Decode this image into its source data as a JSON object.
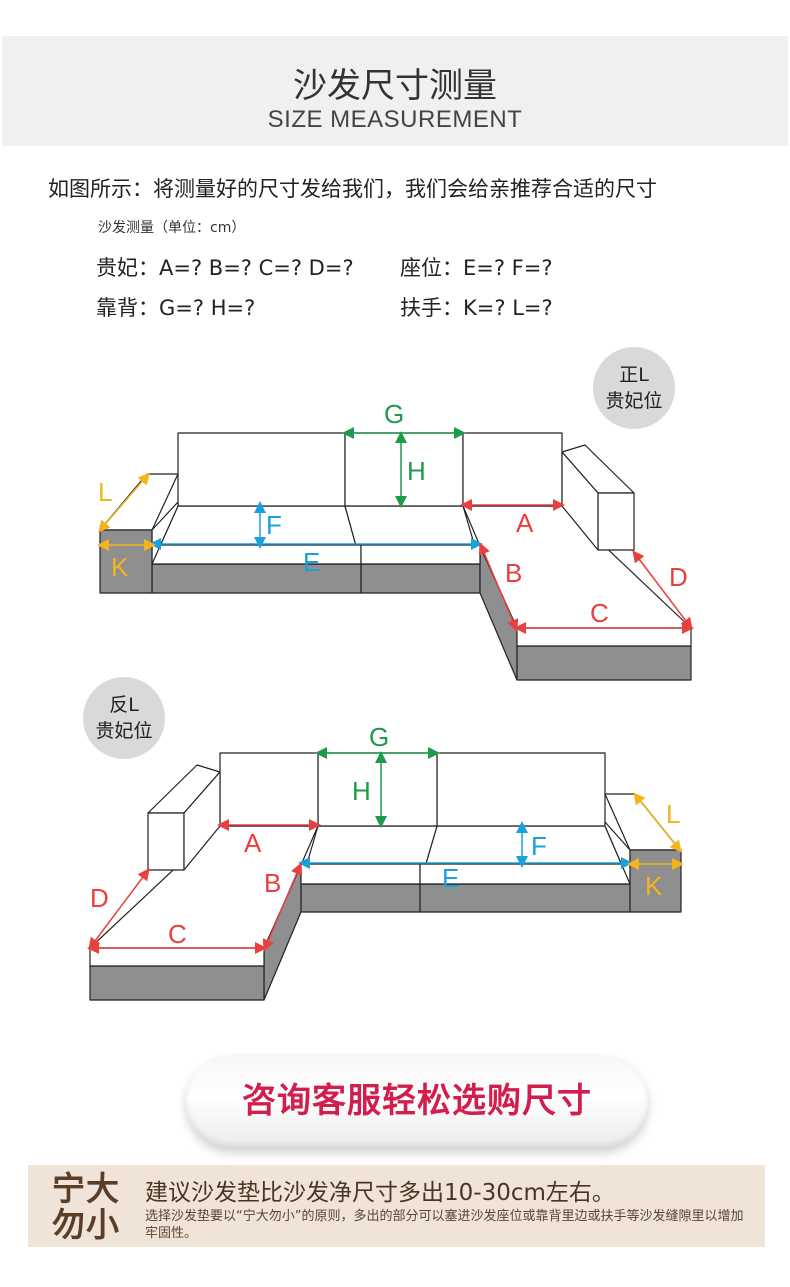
{
  "header": {
    "title_cn": "沙发尺寸测量",
    "title_en": "SIZE MEASUREMENT"
  },
  "intro": "如图所示：将测量好的尺寸发给我们，我们会给亲推荐合适的尺寸",
  "unit_note": "沙发测量（单位：cm）",
  "specs": {
    "chaise": "贵妃：A=? B=? C=? D=?",
    "seat": "座位：E=? F=?",
    "back": "靠背：G=? H=?",
    "arm": "扶手：K=? L=?"
  },
  "badges": {
    "right": {
      "line1": "正L",
      "line2": "贵妃位"
    },
    "left": {
      "line1": "反L",
      "line2": "贵妃位"
    }
  },
  "labels": {
    "A": "A",
    "B": "B",
    "C": "C",
    "D": "D",
    "E": "E",
    "F": "F",
    "G": "G",
    "H": "H",
    "K": "K",
    "L": "L"
  },
  "colors": {
    "red": "#e8403e",
    "green": "#1e9a4c",
    "blue": "#1aa0dc",
    "yellow": "#f2b51b",
    "gray": "#8f8f8f",
    "accent": "#d21e4c"
  },
  "cta": "咨询客服轻松选购尺寸",
  "tip": {
    "logo_line1": "宁大",
    "logo_line2": "勿小",
    "main": "建议沙发垫比沙发净尺寸多出10-30cm左右。",
    "sub": "选择沙发垫要以“宁大勿小”的原则，多出的部分可以塞进沙发座位或靠背里边或扶手等沙发缝隙里以增加牢固性。"
  }
}
